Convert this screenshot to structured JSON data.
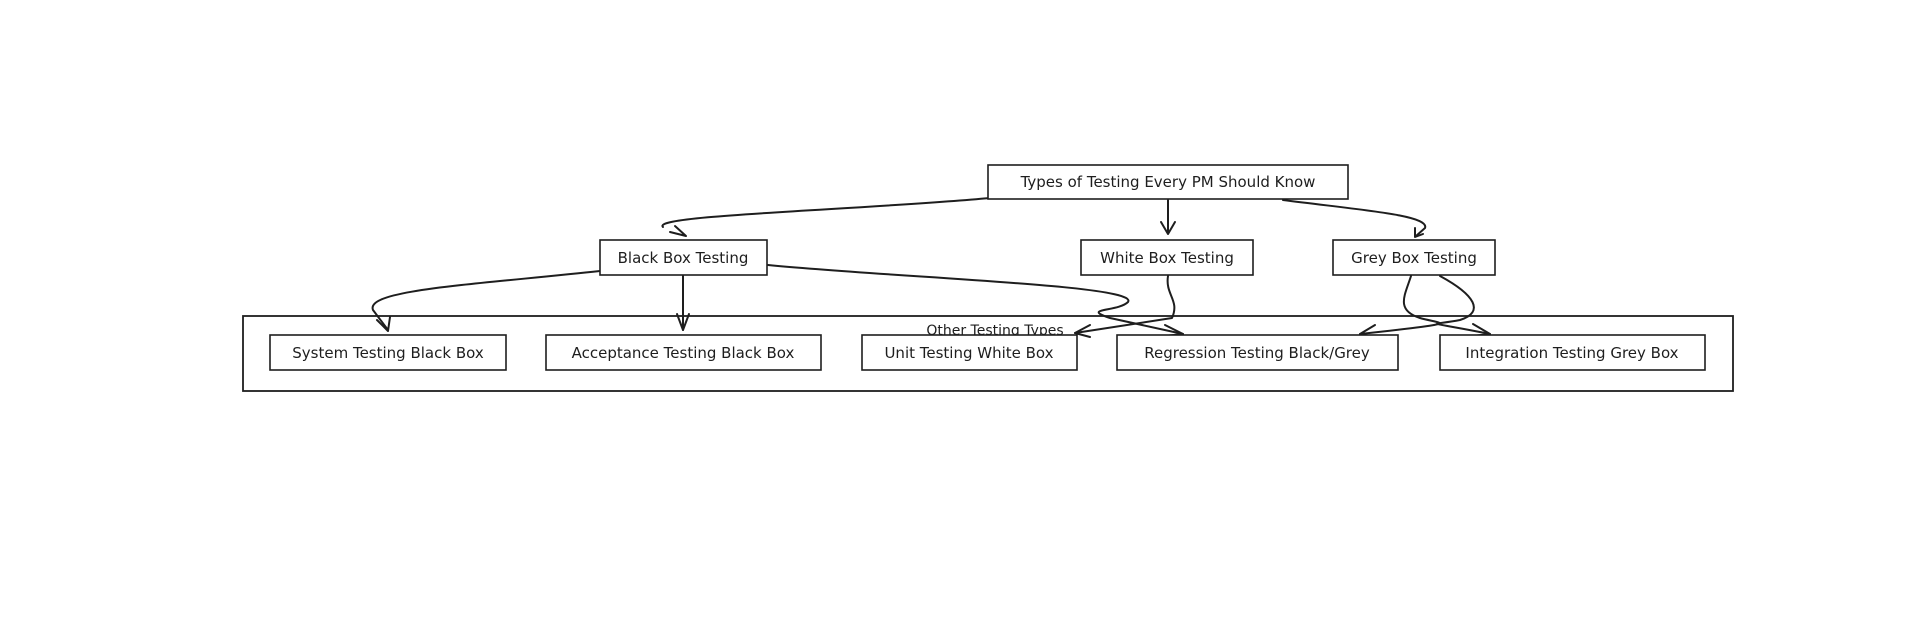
{
  "diagram": {
    "type": "hand-drawn flowchart",
    "nodes": {
      "root": {
        "label": "Types of Testing Every PM Should Know"
      },
      "black_box": {
        "label": "Black Box Testing"
      },
      "white_box": {
        "label": "White Box Testing"
      },
      "grey_box": {
        "label": "Grey Box Testing"
      },
      "system": {
        "label": "System Testing Black Box"
      },
      "acceptance": {
        "label": "Acceptance Testing Black Box"
      },
      "unit": {
        "label": "Unit Testing White Box"
      },
      "regression": {
        "label": "Regression Testing Black/Grey"
      },
      "integration": {
        "label": "Integration Testing Grey Box"
      }
    },
    "group": {
      "label": "Other Testing Types"
    },
    "edges": [
      {
        "from": "root",
        "to": "black_box"
      },
      {
        "from": "root",
        "to": "white_box"
      },
      {
        "from": "root",
        "to": "grey_box"
      },
      {
        "from": "black_box",
        "to": "system"
      },
      {
        "from": "black_box",
        "to": "acceptance"
      },
      {
        "from": "black_box",
        "to": "regression"
      },
      {
        "from": "white_box",
        "to": "unit"
      },
      {
        "from": "grey_box",
        "to": "regression"
      },
      {
        "from": "grey_box",
        "to": "integration"
      }
    ],
    "stroke_color": "#1e1e1e",
    "background_color": "#ffffff"
  }
}
